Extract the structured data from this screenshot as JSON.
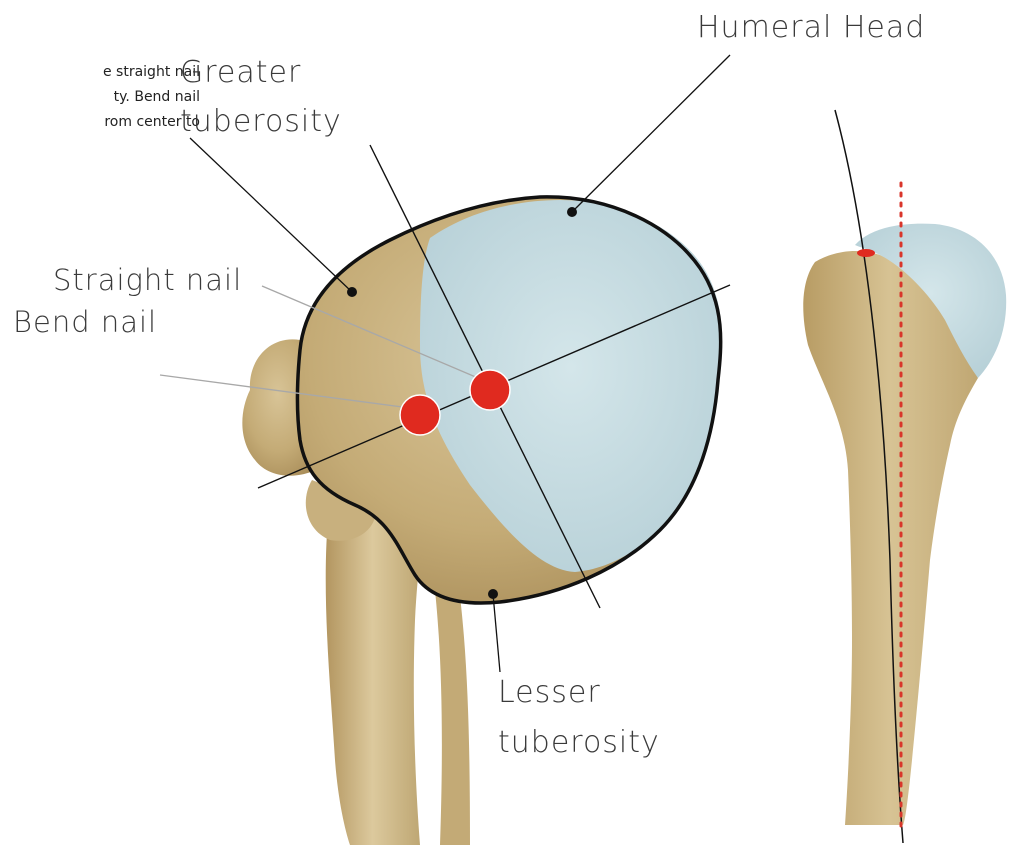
{
  "caption": {
    "lines": [
      "e straight nail",
      "ty. Bend nail",
      "rom center to"
    ]
  },
  "labels": {
    "humeral_head": "Humeral Head",
    "greater_tuberosity_1": "Greater",
    "greater_tuberosity_2": "tuberosity",
    "straight_nail": "Straight nail",
    "bend_nail": "Bend nail",
    "lesser_tuberosity_1": "Lesser",
    "lesser_tuberosity_2": "tuberosity"
  },
  "colors": {
    "bone": "#cdb787",
    "bone_dark": "#b39a63",
    "bone_shadow": "#9f8452",
    "articular_surface": "#c9dee4",
    "outline": "#111111",
    "entry_point": "#e02a1f",
    "reference_line": "#d9362b"
  }
}
